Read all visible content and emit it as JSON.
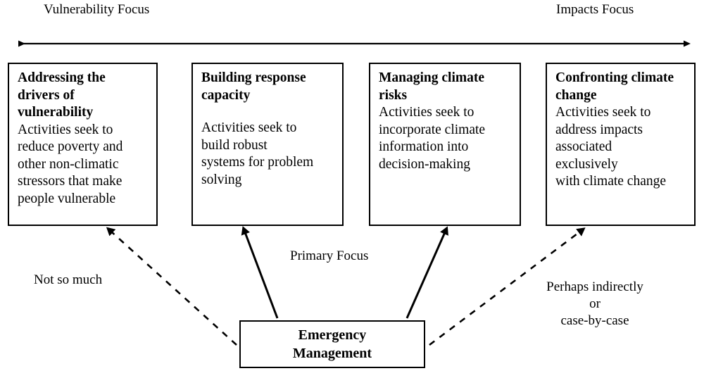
{
  "diagram": {
    "title_axis": {
      "left_label": "Vulnerability Focus",
      "right_label": "Impacts Focus",
      "arrow_style": "double-headed horizontal arrow"
    },
    "boxes": [
      {
        "id": "addressing-drivers-of-vulnerability",
        "title": "Addressing the\ndrivers of\nvulnerability",
        "description": "Activities seek to\nreduce poverty and\nother non-climatic\nstressors that make\npeople vulnerable",
        "gap_after_title": false
      },
      {
        "id": "building-response-capacity",
        "title": "Building response\ncapacity",
        "description": "Activities seek to\nbuild robust\nsystems for problem\nsolving",
        "gap_after_title": true
      },
      {
        "id": "managing-climate-risks",
        "title": "Managing climate\nrisks",
        "description": "Activities seek to\nincorporate climate\ninformation into\ndecision-making",
        "gap_after_title": false
      },
      {
        "id": "confronting-climate-change",
        "title": "Confronting\nclimate\nchange",
        "description": "Activities seek to\naddress impacts\nassociated\nexclusively\nwith climate change",
        "gap_after_title": false
      }
    ],
    "source_node": {
      "label": "Emergency\nManagement"
    },
    "annotations": [
      {
        "id": "primary-focus",
        "text": "Primary Focus"
      },
      {
        "id": "not-so-much",
        "text": "Not so much"
      },
      {
        "id": "perhaps-indirectly",
        "text": "Perhaps indirectly\nor\ncase-by-case"
      }
    ],
    "connectors": [
      {
        "id": "em-to-addressing-drivers",
        "from": "emergency-management",
        "to": "addressing-drivers-of-vulnerability",
        "style": "dashed",
        "strength": "weak"
      },
      {
        "id": "em-to-building-response",
        "from": "emergency-management",
        "to": "building-response-capacity",
        "style": "solid",
        "strength": "strong"
      },
      {
        "id": "em-to-managing-risks",
        "from": "emergency-management",
        "to": "managing-climate-risks",
        "style": "solid",
        "strength": "strong"
      },
      {
        "id": "em-to-confronting-change",
        "from": "emergency-management",
        "to": "confronting-climate-change",
        "style": "dashed",
        "strength": "weak"
      }
    ],
    "colors": {
      "stroke": "#000000",
      "background": "#ffffff",
      "text": "#000000"
    }
  }
}
